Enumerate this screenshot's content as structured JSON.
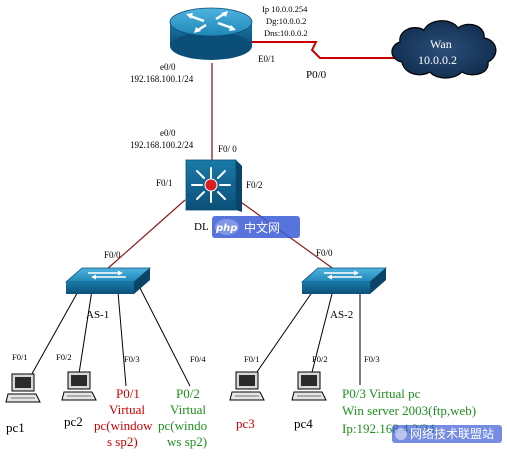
{
  "colors": {
    "device_blue": "#1f86b6",
    "device_dark": "#0b4f78",
    "link_red": "#8b1a1a",
    "link_black": "#000000",
    "serial_red": "#cc0000",
    "cloud": "#0e2a4a",
    "text_red": "#cc0000",
    "text_green": "#1e8f1e",
    "watermark_blue": "#3a5bd6"
  },
  "router": {
    "icon": "router-icon",
    "ip": "Ip 10.0.0.254",
    "dg": "Dg:10.0.0.2",
    "dns": "Dns:10.0.0.2",
    "port_e01": "E0/1",
    "port_p00": "P0/0",
    "e00_label": "e0/0",
    "e00_ip": "192.168.100.1/24"
  },
  "wan": {
    "icon": "cloud-icon",
    "name": "Wan",
    "ip": "10.0.0.2"
  },
  "core_switch": {
    "icon": "layer3-switch-icon",
    "name": "DL",
    "e00_label": "e0/0",
    "e00_ip": "192.168.100.2/24",
    "port_f00": "F0/ 0",
    "port_f01": "F0/1",
    "port_f02": "F0/2"
  },
  "as1": {
    "icon": "switch-icon",
    "name": "AS-1",
    "uplink": "F0/0",
    "ports": [
      "F0/1",
      "F0/2",
      "F0/3",
      "F0/4"
    ]
  },
  "as2": {
    "icon": "switch-icon",
    "name": "AS-2",
    "uplink": "F0/0",
    "ports": [
      "F0/1",
      "F0/2",
      "F0/3"
    ]
  },
  "hosts": {
    "pc1": "pc1",
    "pc2": "pc2",
    "pc3": "pc3",
    "pc4": "pc4",
    "vpc1": [
      "P0/1",
      "Virtual",
      "pc(window",
      "s sp2)"
    ],
    "vpc2": [
      "P0/2",
      "Virtual",
      "pc(windo",
      "ws sp2)"
    ],
    "vpc3": [
      "P0/3  Virtual pc",
      "Win server 2003(ftp,web)",
      "Ip:192.168.4.2/24"
    ]
  },
  "watermarks": {
    "php_logo": "php",
    "php_text": "中文网",
    "bottom_text": "网络技术联盟站"
  }
}
